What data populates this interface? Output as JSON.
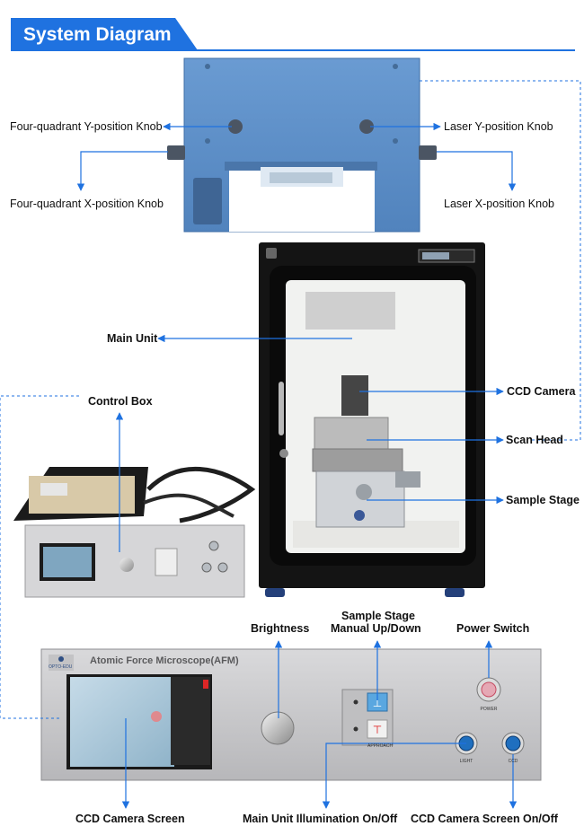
{
  "header": {
    "title": "System Diagram"
  },
  "labels": {
    "four_quadrant_y": "Four-quadrant Y-position Knob",
    "four_quadrant_x": "Four-quadrant X-position Knob",
    "laser_y": "Laser Y-position Knob",
    "laser_x": "Laser X-position Knob",
    "main_unit": "Main Unit",
    "control_box": "Control Box",
    "ccd_camera": "CCD Camera",
    "scan_head": "Scan Head",
    "sample_stage": "Sample Stage",
    "brightness": "Brightness",
    "sample_stage_manual_line1": "Sample Stage",
    "sample_stage_manual_line2": "Manual Up/Down",
    "power_switch": "Power Switch",
    "ccd_camera_screen": "CCD Camera Screen",
    "main_unit_illumination": "Main Unit Illumination On/Off",
    "ccd_screen_onoff": "CCD Camera Screen On/Off"
  },
  "panel": {
    "device_title": "Atomic Force Microscope(AFM)",
    "logo_text": "OPTO-EDU",
    "approach_label": "APPROACH",
    "power_label": "POWER",
    "light_label": "LIGHT",
    "ccd_label": "CCD"
  },
  "colors": {
    "accent": "#1f72e0",
    "case": "#5b8fc9",
    "cabinet": "#111111",
    "panel": "#c9c9cb"
  }
}
